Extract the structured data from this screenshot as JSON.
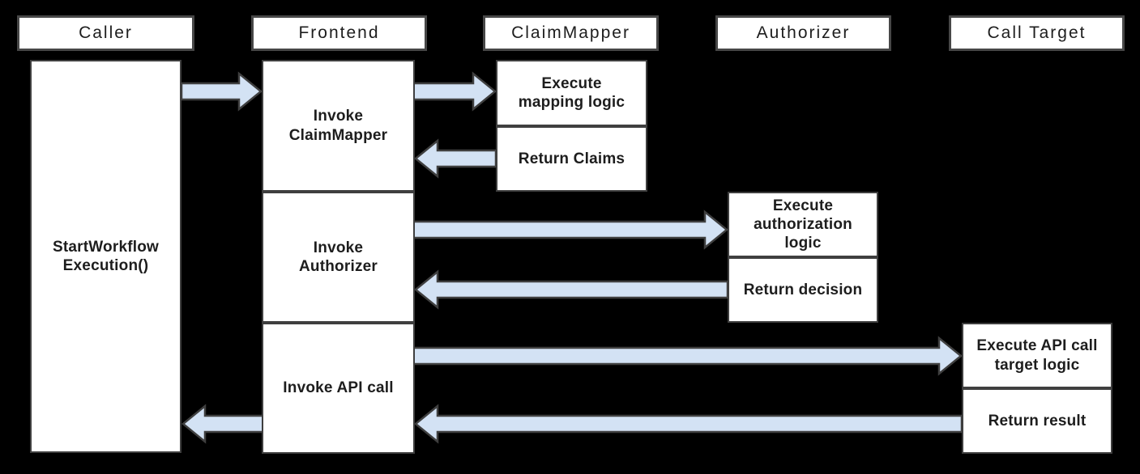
{
  "diagram": {
    "columns": [
      {
        "id": "caller",
        "label": "Caller"
      },
      {
        "id": "frontend",
        "label": "Frontend"
      },
      {
        "id": "claimmapper",
        "label": "ClaimMapper"
      },
      {
        "id": "authorizer",
        "label": "Authorizer"
      },
      {
        "id": "call-target",
        "label": "Call Target"
      }
    ],
    "boxes": {
      "caller_activity": "StartWorkflow\nExecution()",
      "frontend_invoke_claimmapper": "Invoke\nClaimMapper",
      "frontend_invoke_authorizer": "Invoke\nAuthorizer",
      "frontend_invoke_api_call": "Invoke API call",
      "claimmapper_execute": "Execute\nmapping logic",
      "claimmapper_return": "Return Claims",
      "authorizer_execute": "Execute\nauthorization\nlogic",
      "authorizer_return": "Return decision",
      "calltarget_execute": "Execute API call\ntarget logic",
      "calltarget_return": "Return result"
    },
    "edges": [
      {
        "from": "Caller",
        "to": "Frontend",
        "direction": "right"
      },
      {
        "from": "Frontend",
        "to": "ClaimMapper",
        "direction": "right"
      },
      {
        "from": "ClaimMapper",
        "to": "Frontend",
        "direction": "left"
      },
      {
        "from": "Frontend",
        "to": "Authorizer",
        "direction": "right"
      },
      {
        "from": "Authorizer",
        "to": "Frontend",
        "direction": "left"
      },
      {
        "from": "Frontend",
        "to": "Call Target",
        "direction": "right"
      },
      {
        "from": "Call Target",
        "to": "Frontend",
        "direction": "left"
      },
      {
        "from": "Frontend",
        "to": "Caller",
        "direction": "left"
      }
    ],
    "colors": {
      "background": "#000000",
      "box_fill": "#ffffff",
      "box_border": "#3f3f3f",
      "arrow_fill": "#d3e2f4",
      "arrow_border": "#3f3f3f",
      "text": "#1d1d1d"
    }
  }
}
